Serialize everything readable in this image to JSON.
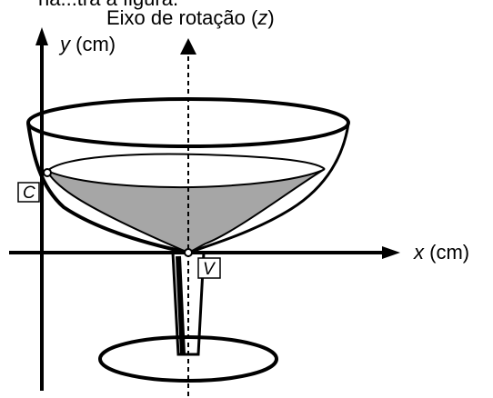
{
  "caption_fragment": "na...tra a figura.",
  "rotation_axis": {
    "label": "Eixo de rotação (",
    "var": "z",
    "close": ")"
  },
  "y_axis": {
    "var": "y",
    "unit": " (cm)"
  },
  "x_axis": {
    "var": "x",
    "unit": " (cm)"
  },
  "points": {
    "c": "C",
    "v": "V"
  },
  "colors": {
    "liquid": "#a6a6a6",
    "ink": "#000000"
  }
}
